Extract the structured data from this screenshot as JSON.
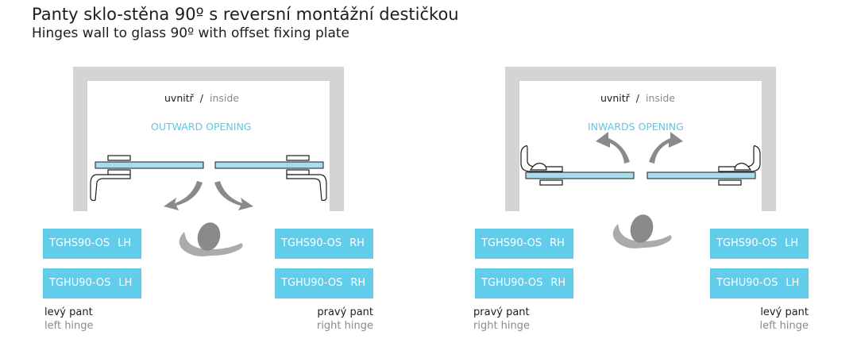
{
  "header": {
    "title": "Panty sklo-stěna 90º s reversní montážní destičkou",
    "subtitle": "Hinges wall to glass 90º with offset fixing plate"
  },
  "panels": [
    {
      "inside_cz": "uvnitř",
      "slash": "/",
      "inside_en": "inside",
      "opening": "OUTWARD OPENING",
      "left_codes": [
        {
          "code": "TGHS90-OS",
          "side": "LH"
        },
        {
          "code": "TGHU90-OS",
          "side": "LH"
        }
      ],
      "right_codes": [
        {
          "code": "TGHS90-OS",
          "side": "RH"
        },
        {
          "code": "TGHU90-OS",
          "side": "RH"
        }
      ],
      "left_hinge_cz": "levý pant",
      "left_hinge_en": "left hinge",
      "right_hinge_cz": "pravý pant",
      "right_hinge_en": "right hinge"
    },
    {
      "inside_cz": "uvnitř",
      "slash": "/",
      "inside_en": "inside",
      "opening": "INWARDS OPENING",
      "left_codes": [
        {
          "code": "TGHS90-OS",
          "side": "RH"
        },
        {
          "code": "TGHU90-OS",
          "side": "RH"
        }
      ],
      "right_codes": [
        {
          "code": "TGHS90-OS",
          "side": "LH"
        },
        {
          "code": "TGHU90-OS",
          "side": "LH"
        }
      ],
      "left_hinge_cz": "pravý pant",
      "left_hinge_en": "right hinge",
      "right_hinge_cz": "levý pant",
      "right_hinge_en": "left hinge"
    }
  ],
  "colors": {
    "wall": "#d4d4d4",
    "glass": "#a9dbee",
    "accent": "#62cceb",
    "arrow": "#8a8a8a"
  }
}
